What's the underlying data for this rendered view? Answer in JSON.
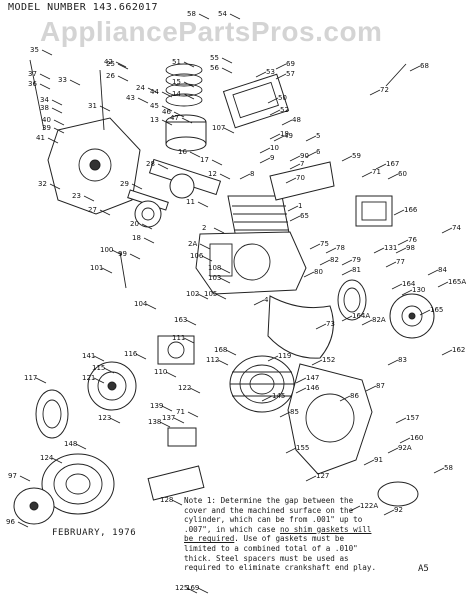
{
  "header": {
    "model_text": "MODEL NUMBER 143.662017"
  },
  "watermark": {
    "text": "AppliancePartsPros.com"
  },
  "footer": {
    "date": "FEBRUARY, 1976",
    "page_code": "A5"
  },
  "note": {
    "segments": [
      {
        "text": "Note 1: Determine the gap between the cover and the machined surface on the cylinder, which can be from .001\" up to .007\", in which case ",
        "underline": false
      },
      {
        "text": "no shim gaskets will be required",
        "underline": true
      },
      {
        "text": ". Use of gaskets must be limited to a combined total of a .010\" thick. Steel spacers must be used as required to eliminate crankshaft end play.",
        "underline": false
      }
    ]
  },
  "diagram": {
    "colors": {
      "ink": "#222222",
      "paper": "#ffffff",
      "watermark": "#787878"
    },
    "part_labels": [
      "58",
      "54",
      "53",
      "55",
      "56",
      "69",
      "57",
      "26",
      "25",
      "35",
      "37",
      "36",
      "33",
      "34",
      "38",
      "40",
      "39",
      "41",
      "42",
      "31",
      "23",
      "32",
      "27",
      "29",
      "28",
      "24",
      "43",
      "44",
      "45",
      "46",
      "47",
      "48",
      "49",
      "52",
      "50",
      "51",
      "15",
      "14",
      "13",
      "107",
      "16",
      "17",
      "12",
      "11",
      "18",
      "20",
      "19",
      "10",
      "9",
      "8",
      "5",
      "90",
      "7",
      "70",
      "6",
      "59",
      "60",
      "68",
      "72",
      "71",
      "167",
      "166",
      "74",
      "131",
      "76",
      "65",
      "1",
      "2",
      "2A",
      "106",
      "108",
      "103",
      "102",
      "105",
      "104",
      "101",
      "100",
      "99",
      "98",
      "4",
      "73",
      "75",
      "78",
      "79",
      "81",
      "82",
      "80",
      "77",
      "164",
      "130",
      "84",
      "165A",
      "165",
      "164A",
      "82A",
      "83",
      "162",
      "163",
      "111",
      "168",
      "112",
      "110",
      "141",
      "116",
      "115",
      "121",
      "117",
      "123",
      "122",
      "139",
      "137",
      "71",
      "138",
      "148",
      "124",
      "119",
      "152",
      "147",
      "146",
      "145",
      "85",
      "86",
      "87",
      "157",
      "160",
      "91",
      "92A",
      "155",
      "127",
      "58",
      "92",
      "122A",
      "97",
      "96",
      "128",
      "125",
      "169"
    ]
  }
}
